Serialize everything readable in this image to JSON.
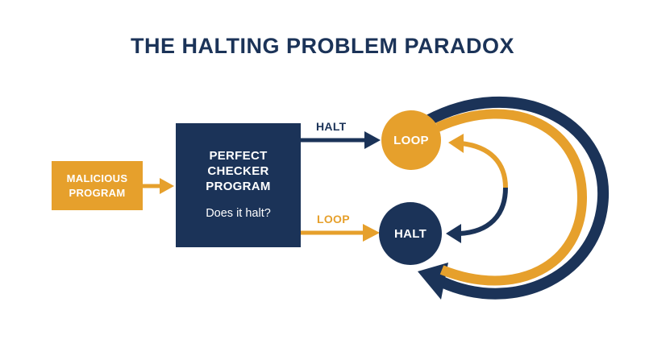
{
  "title": "THE HALTING PROBLEM PARADOX",
  "malicious_program": {
    "line1": "MALICIOUS",
    "line2": "PROGRAM"
  },
  "checker": {
    "line1": "PERFECT",
    "line2": "CHECKER",
    "line3": "PROGRAM",
    "question": "Does it halt?"
  },
  "edges": {
    "top_label": "HALT",
    "bottom_label": "LOOP"
  },
  "nodes": {
    "top": "LOOP",
    "bottom": "HALT"
  },
  "colors": {
    "navy": "#1b3358",
    "orange": "#e6a02c",
    "background": "#ffffff"
  }
}
